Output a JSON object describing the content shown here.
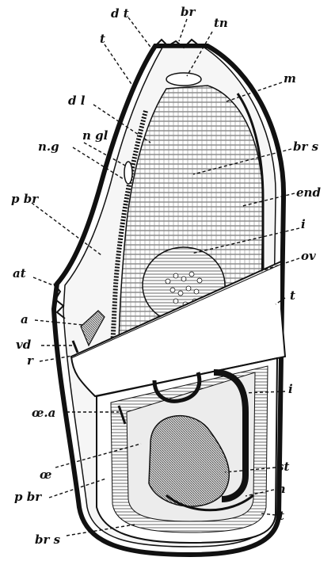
{
  "labels": {
    "dt": "d t",
    "br": "br",
    "tn": "tn",
    "t_top": "t",
    "m": "m",
    "dl": "d l",
    "ngl": "n gl",
    "ng": "n.g",
    "brs_top": "br s",
    "end": "end",
    "pbr_top": "p br",
    "i_top": "i",
    "ov": "ov",
    "at": "at",
    "t_mid": "t",
    "a": "a",
    "vd": "vd",
    "r": "r",
    "i_low": "i",
    "oea": "œ.a",
    "oe": "œ",
    "st": "st",
    "pbr_low": "p br",
    "h": "h",
    "t_low": "t",
    "brs_low": "br s"
  },
  "colors": {
    "ink": "#111111",
    "paper": "#ffffff",
    "hatch": "#6b6b6b"
  }
}
